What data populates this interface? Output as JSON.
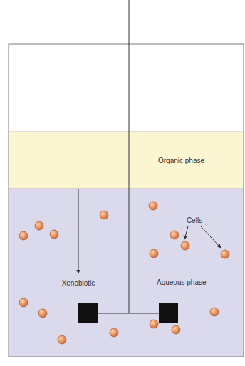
{
  "diagram": {
    "nodes": [
      {
        "text": [
          "Organic phase"
        ]
      },
      {
        "text": [
          "Aqueous phase"
        ]
      }
    ],
    "labels": [
      "Cells",
      "Xenobiotic"
    ]
  }
}
